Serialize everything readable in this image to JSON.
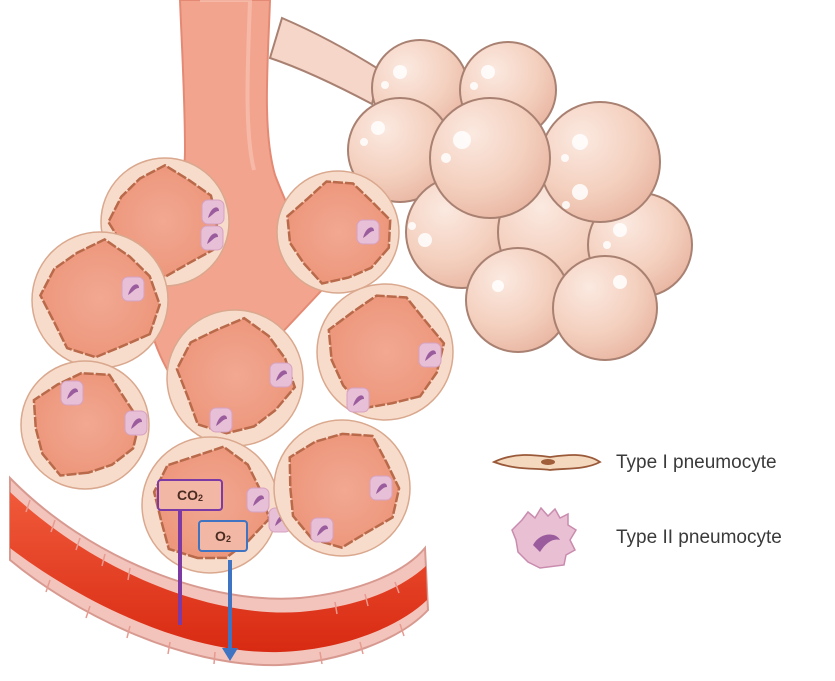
{
  "legend": {
    "type1_label": "Type I pneumocyte",
    "type2_label": "Type II pneumocyte"
  },
  "gas": {
    "co2_base": "CO",
    "co2_sub": "2",
    "o2_base": "O",
    "o2_sub": "2"
  },
  "colors": {
    "airway": "#F2A48E",
    "airway_edge": "#E48A74",
    "alveolus_fill": "#F0A08A",
    "alveolus_rim": "#F8DCCB",
    "wall": "#B86A4A",
    "cluster": "#F6D6C8",
    "cluster_edge": "#A98172",
    "vessel": "#E8391E",
    "vessel_wall": "#F2B9B0",
    "co2_color": "#7B3AA4",
    "o2_color": "#3F74C2",
    "type2_cell": "#E7BFD6",
    "type2_nucleus": "#9B5C9E"
  }
}
